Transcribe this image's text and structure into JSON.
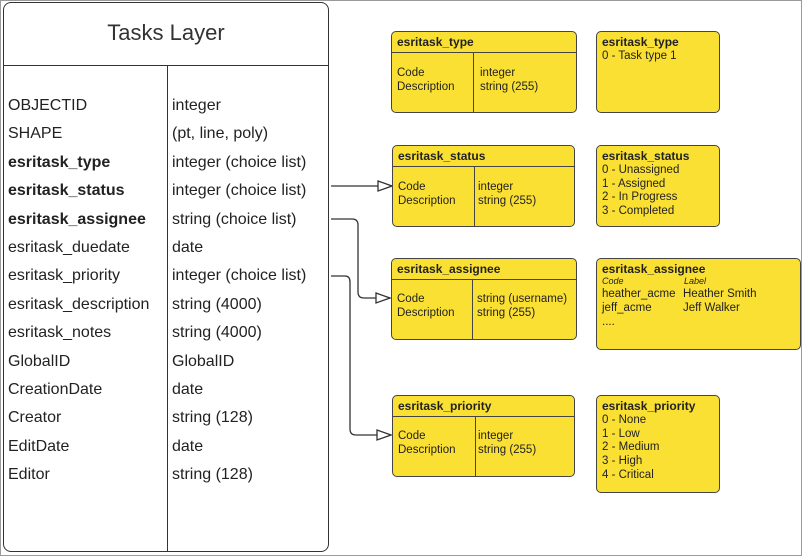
{
  "layer": {
    "title": "Tasks Layer",
    "fields": [
      {
        "name": "OBJECTID",
        "type": "integer",
        "bold": false
      },
      {
        "name": "SHAPE",
        "type": "(pt, line, poly)",
        "bold": false
      },
      {
        "name": "esritask_type",
        "type": "integer (choice list)",
        "bold": true
      },
      {
        "name": "esritask_status",
        "type": "integer (choice list)",
        "bold": true
      },
      {
        "name": "esritask_assignee",
        "type": "string (choice list)",
        "bold": true
      },
      {
        "name": "esritask_duedate",
        "type": "date",
        "bold": false
      },
      {
        "name": "esritask_priority",
        "type": "integer (choice list)",
        "bold": false
      },
      {
        "name": "esritask_description",
        "type": "string (4000)",
        "bold": false
      },
      {
        "name": "esritask_notes",
        "type": "string (4000)",
        "bold": false
      },
      {
        "name": "GlobalID",
        "type": "GlobalID",
        "bold": false
      },
      {
        "name": "CreationDate",
        "type": "date",
        "bold": false
      },
      {
        "name": "Creator",
        "type": "string (128)",
        "bold": false
      },
      {
        "name": "EditDate",
        "type": "date",
        "bold": false
      },
      {
        "name": "Editor",
        "type": "string (128)",
        "bold": false
      }
    ]
  },
  "domains": {
    "type": {
      "title": "esritask_type",
      "code_label": "Code",
      "desc_label": "Description",
      "code_type": "integer",
      "desc_type": "string (255)",
      "values_title": "esritask_type",
      "values": [
        "0 - Task type 1"
      ]
    },
    "status": {
      "title": "esritask_status",
      "code_label": "Code",
      "desc_label": "Description",
      "code_type": "integer",
      "desc_type": "string (255)",
      "values_title": "esritask_status",
      "values": [
        "0 - Unassigned",
        "1 - Assigned",
        "2 - In Progress",
        "3 - Completed"
      ]
    },
    "assignee": {
      "title": "esritask_assignee",
      "code_label": "Code",
      "desc_label": "Description",
      "code_type": "string  (username)",
      "desc_type": "string (255)",
      "values_title": "esritask_assignee",
      "col_code": "Code",
      "col_label": "Label",
      "codes": [
        "heather_acme",
        "jeff_acme",
        "...."
      ],
      "labels": [
        "Heather Smith",
        "Jeff Walker"
      ]
    },
    "priority": {
      "title": "esritask_priority",
      "code_label": "Code",
      "desc_label": "Description",
      "code_type": "integer",
      "desc_type": "string (255)",
      "values_title": "esritask_priority",
      "values": [
        "0 - None",
        "1 - Low",
        "2 - Medium",
        "3 - High",
        "4 - Critical"
      ]
    }
  },
  "colors": {
    "domain_fill": "#fbe034",
    "outline": "#444444"
  }
}
